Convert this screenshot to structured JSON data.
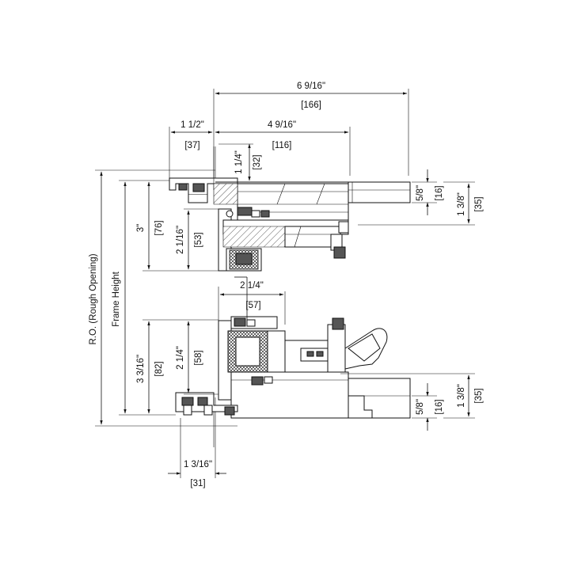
{
  "dimensions": {
    "overall_width": {
      "imperial": "6 9/16\"",
      "metric": "[166]"
    },
    "left_offset": {
      "imperial": "1 1/2\"",
      "metric": "[37]"
    },
    "jamb_depth": {
      "imperial": "4 9/16\"",
      "metric": "[116]"
    },
    "top_flange": {
      "imperial": "1 1/4\"",
      "metric": "[32]"
    },
    "head_height": {
      "imperial": "3\"",
      "metric": "[76]"
    },
    "head_inner": {
      "imperial": "2 1/16\"",
      "metric": "[53]"
    },
    "head_gap_top": {
      "imperial": "5/8\"",
      "metric": "[16]"
    },
    "head_gap_total": {
      "imperial": "1 3/8\"",
      "metric": "[35]"
    },
    "mid_width": {
      "imperial": "2 1/4\"",
      "metric": "[57]"
    },
    "sill_height": {
      "imperial": "3 3/16\"",
      "metric": "[82]"
    },
    "sill_inner": {
      "imperial": "2 1/4\"",
      "metric": "[58]"
    },
    "sill_gap_bottom": {
      "imperial": "5/8\"",
      "metric": "[16]"
    },
    "sill_gap_total": {
      "imperial": "1 3/8\"",
      "metric": "[35]"
    },
    "bottom_offset": {
      "imperial": "1 3/16\"",
      "metric": "[31]"
    }
  },
  "labels": {
    "rough_opening": "R.O. (Rough Opening)",
    "frame_height": "Frame Height"
  }
}
